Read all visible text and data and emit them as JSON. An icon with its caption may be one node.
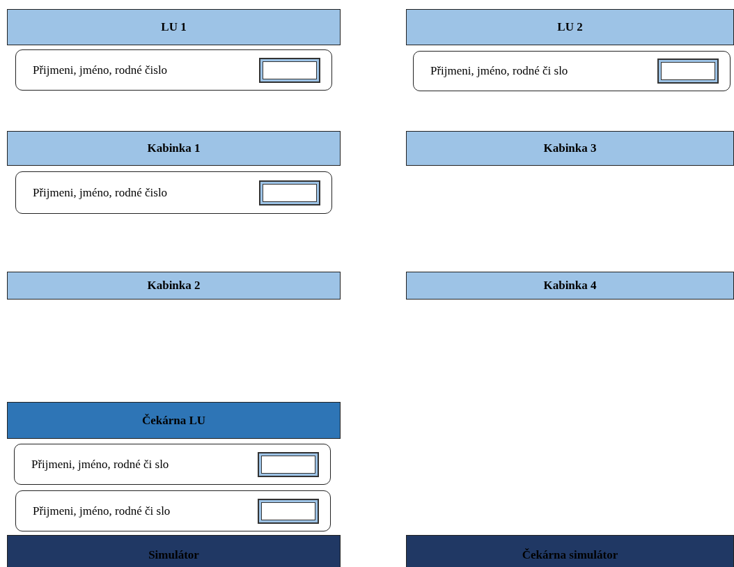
{
  "diagram": {
    "nodes": [
      {
        "text": [
          "LU 1"
        ]
      },
      {
        "text": [
          "LU 2"
        ]
      },
      {
        "text": [
          "Přijmeni, jméno, rodné čislo"
        ]
      },
      {
        "text": [
          "Přijmeni, jméno, rodné či slo"
        ]
      },
      {
        "text": [
          "Kabinka 1"
        ]
      },
      {
        "text": [
          "Kabinka 3"
        ]
      },
      {
        "text": [
          "Přijmeni, jméno, rodné čislo"
        ]
      },
      {
        "text": [
          "Kabinka 2"
        ]
      },
      {
        "text": [
          "Kabinka 4"
        ]
      },
      {
        "text": [
          "Čekárna LU"
        ]
      },
      {
        "text": [
          "Přijmeni, jméno, rodné či slo"
        ]
      },
      {
        "text": [
          "Přijmeni, jméno, rodné či slo"
        ]
      },
      {
        "text": [
          "Simulátor"
        ]
      },
      {
        "text": [
          "Čekárna simulátor"
        ]
      }
    ]
  }
}
